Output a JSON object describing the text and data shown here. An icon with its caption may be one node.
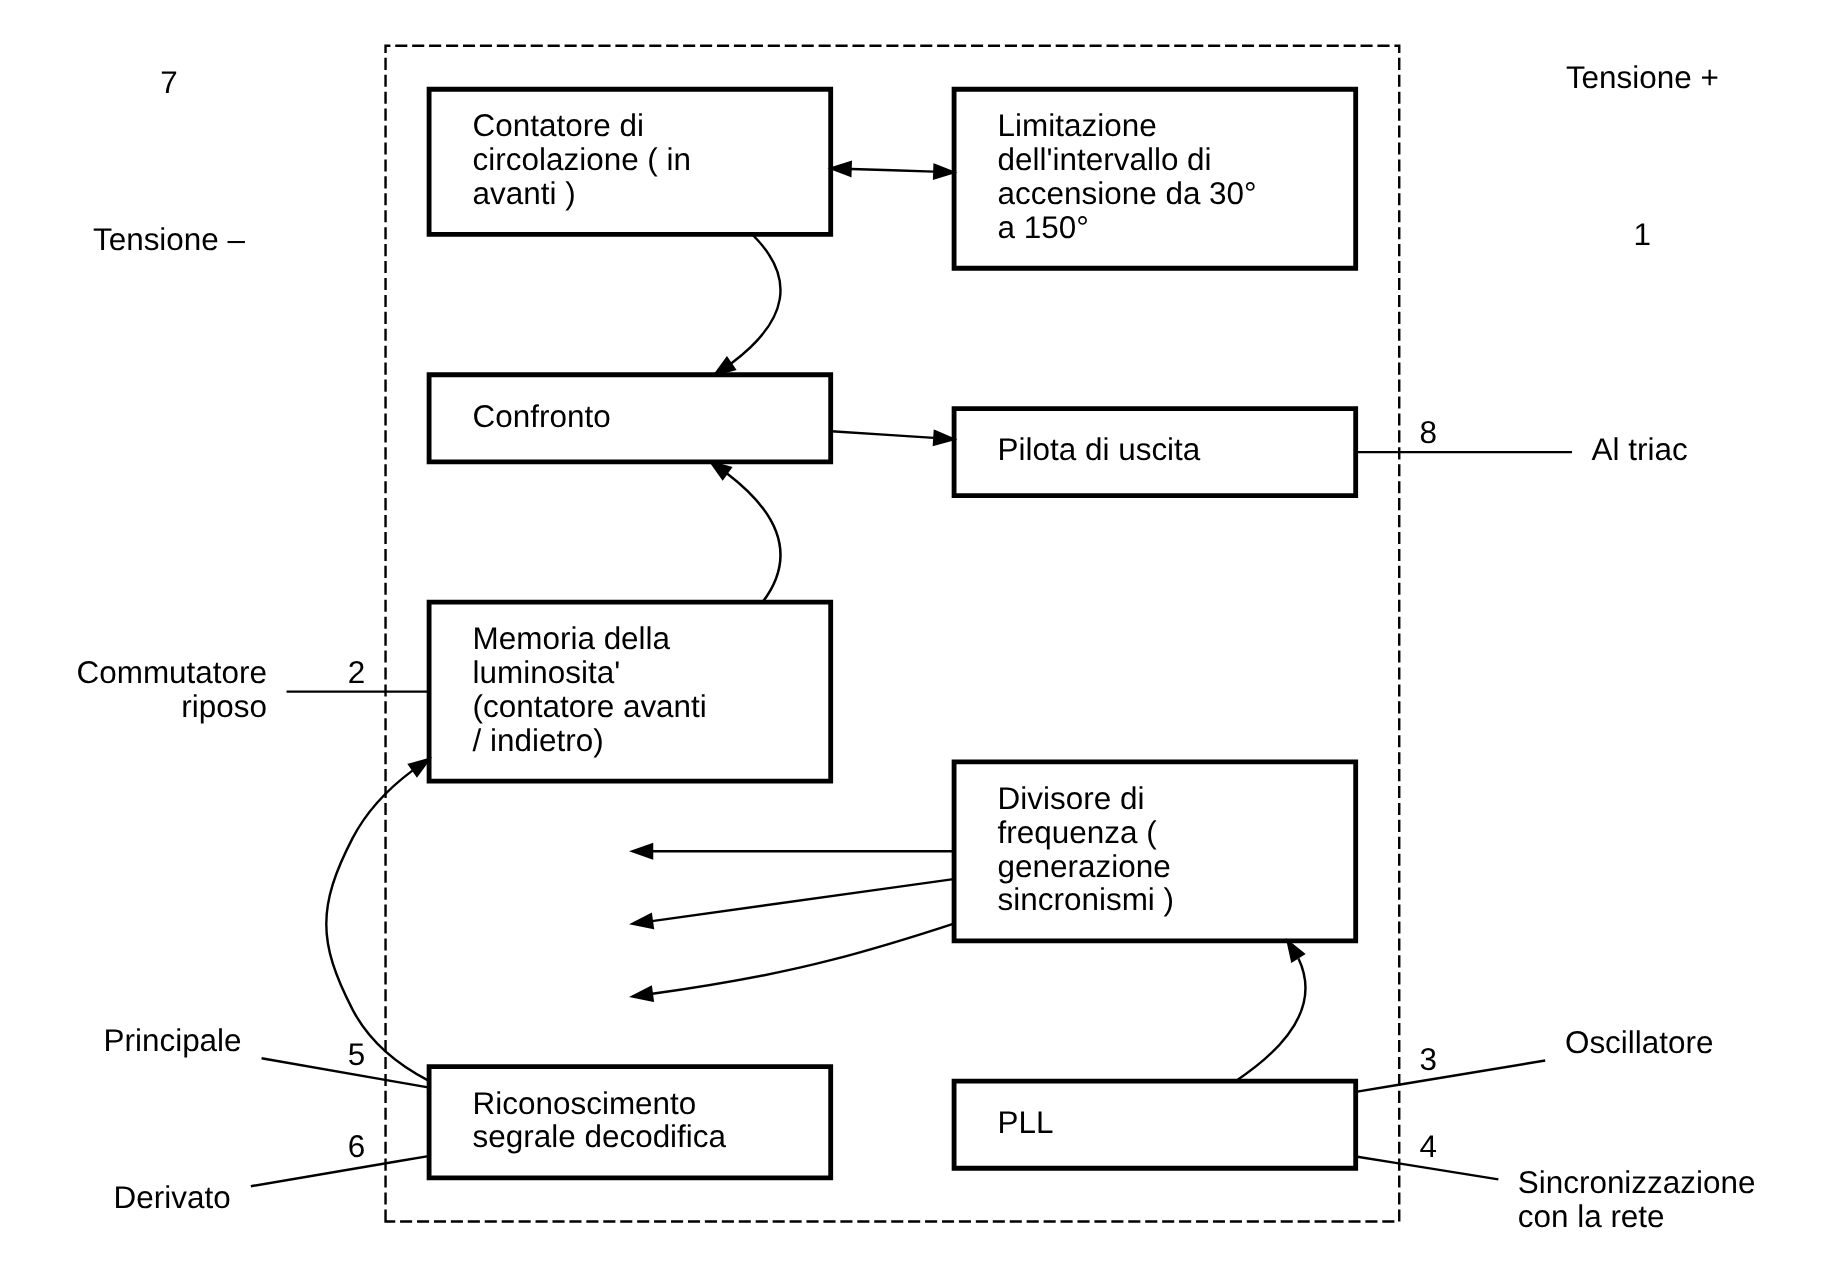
{
  "diagram": {
    "nodes": [
      {
        "text": [],
        "shape": "box"
      },
      {
        "text": [
          "Principale"
        ]
      },
      {
        "text": [
          "Derivato"
        ]
      },
      {
        "text": [
          "Commutatore riposo"
        ]
      },
      {
        "text": [
          "Riconoscimento segrale decodifica"
        ],
        "in": 0
      },
      {
        "text": [
          "PLL"
        ],
        "in": 0
      },
      {
        "text": [
          "Memoria della luminosita' (contatore avanti / indietro)"
        ],
        "in": 0
      },
      {
        "text": [
          "Divisore di frequenza ( generazione sincronismi )"
        ],
        "in": 0
      },
      {
        "text": [
          "Confronto"
        ],
        "in": 0
      },
      {
        "text": [
          "Pilota di uscita"
        ],
        "in": 0
      },
      {
        "text": [
          "Contatore di circolazione ( in avanti )"
        ],
        "in": 0
      },
      {
        "text": [
          "Limitazione dell'intervallo di accensione da 30° a 150°"
        ],
        "in": 0
      },
      {
        "text": [
          "Oscillatore"
        ]
      },
      {
        "text": [
          "Sincronizzazione con la rete"
        ]
      },
      {
        "text": [
          "Al triac"
        ]
      }
    ],
    "edges": [
      {
        "from": 1,
        "to": 4,
        "arrow": "none",
        "label": "5"
      },
      {
        "from": 2,
        "to": 4,
        "arrow": "none",
        "label": "6"
      },
      {
        "from": 5,
        "to": 12,
        "arrow": "none",
        "label": "3"
      },
      {
        "from": 5,
        "to": 13,
        "arrow": "none",
        "label": "4"
      },
      {
        "from": 4,
        "to": 6,
        "arrow": "to"
      },
      {
        "from": 5,
        "to": 7,
        "arrow": "to"
      },
      {
        "from": 7,
        "to": null,
        "arrow": "to"
      },
      {
        "from": 7,
        "to": null,
        "arrow": "to"
      },
      {
        "from": 7,
        "to": null,
        "arrow": "to"
      },
      {
        "from": 3,
        "to": 6,
        "arrow": "none",
        "label": "2"
      },
      {
        "from": 6,
        "to": 8,
        "arrow": "to"
      },
      {
        "from": 8,
        "to": 9,
        "arrow": "to"
      },
      {
        "from": 9,
        "to": 14,
        "arrow": "none",
        "label": "8"
      },
      {
        "from": 10,
        "to": 8,
        "arrow": "to"
      },
      {
        "from": 10,
        "to": 11,
        "arrow": "both"
      }
    ],
    "labels": [
      "Tensione –",
      "7",
      "1",
      "Tensione +"
    ]
  }
}
